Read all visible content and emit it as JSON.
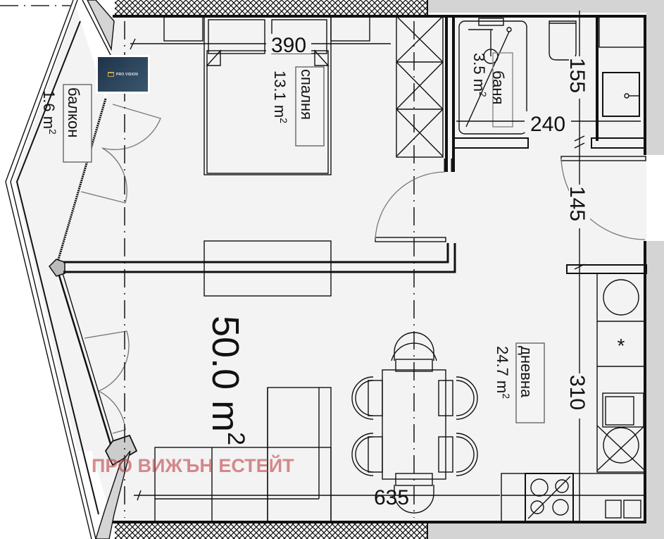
{
  "plan": {
    "total_area": "50.0 m",
    "total_area_sup": "2",
    "rooms": [
      {
        "name": "спалня",
        "area": "13.1 m",
        "sup": "2"
      },
      {
        "name": "баня",
        "area": "3.5 m",
        "sup": "2"
      },
      {
        "name": "балкон",
        "area": "1.6 m",
        "sup": "2"
      },
      {
        "name": "дневна",
        "area": "24.7 m",
        "sup": "2"
      }
    ],
    "dimensions": {
      "bedroom_width": "390",
      "bath_height": "155",
      "bath_width": "240",
      "hall_width": "145",
      "kitchen_length": "310",
      "living_width": "635"
    }
  },
  "branding": {
    "logo_text": "PRO VISION",
    "watermark": "ПРО ВИЖЪН ЕСТЕЙТ",
    "watermark_color": "#be464b",
    "logo_bg": "#1e3347",
    "logo_accent": "#c9a85c"
  },
  "colors": {
    "floor": "#f3f3f3",
    "wall": "#111111",
    "exterior": "#d4d4d4"
  }
}
